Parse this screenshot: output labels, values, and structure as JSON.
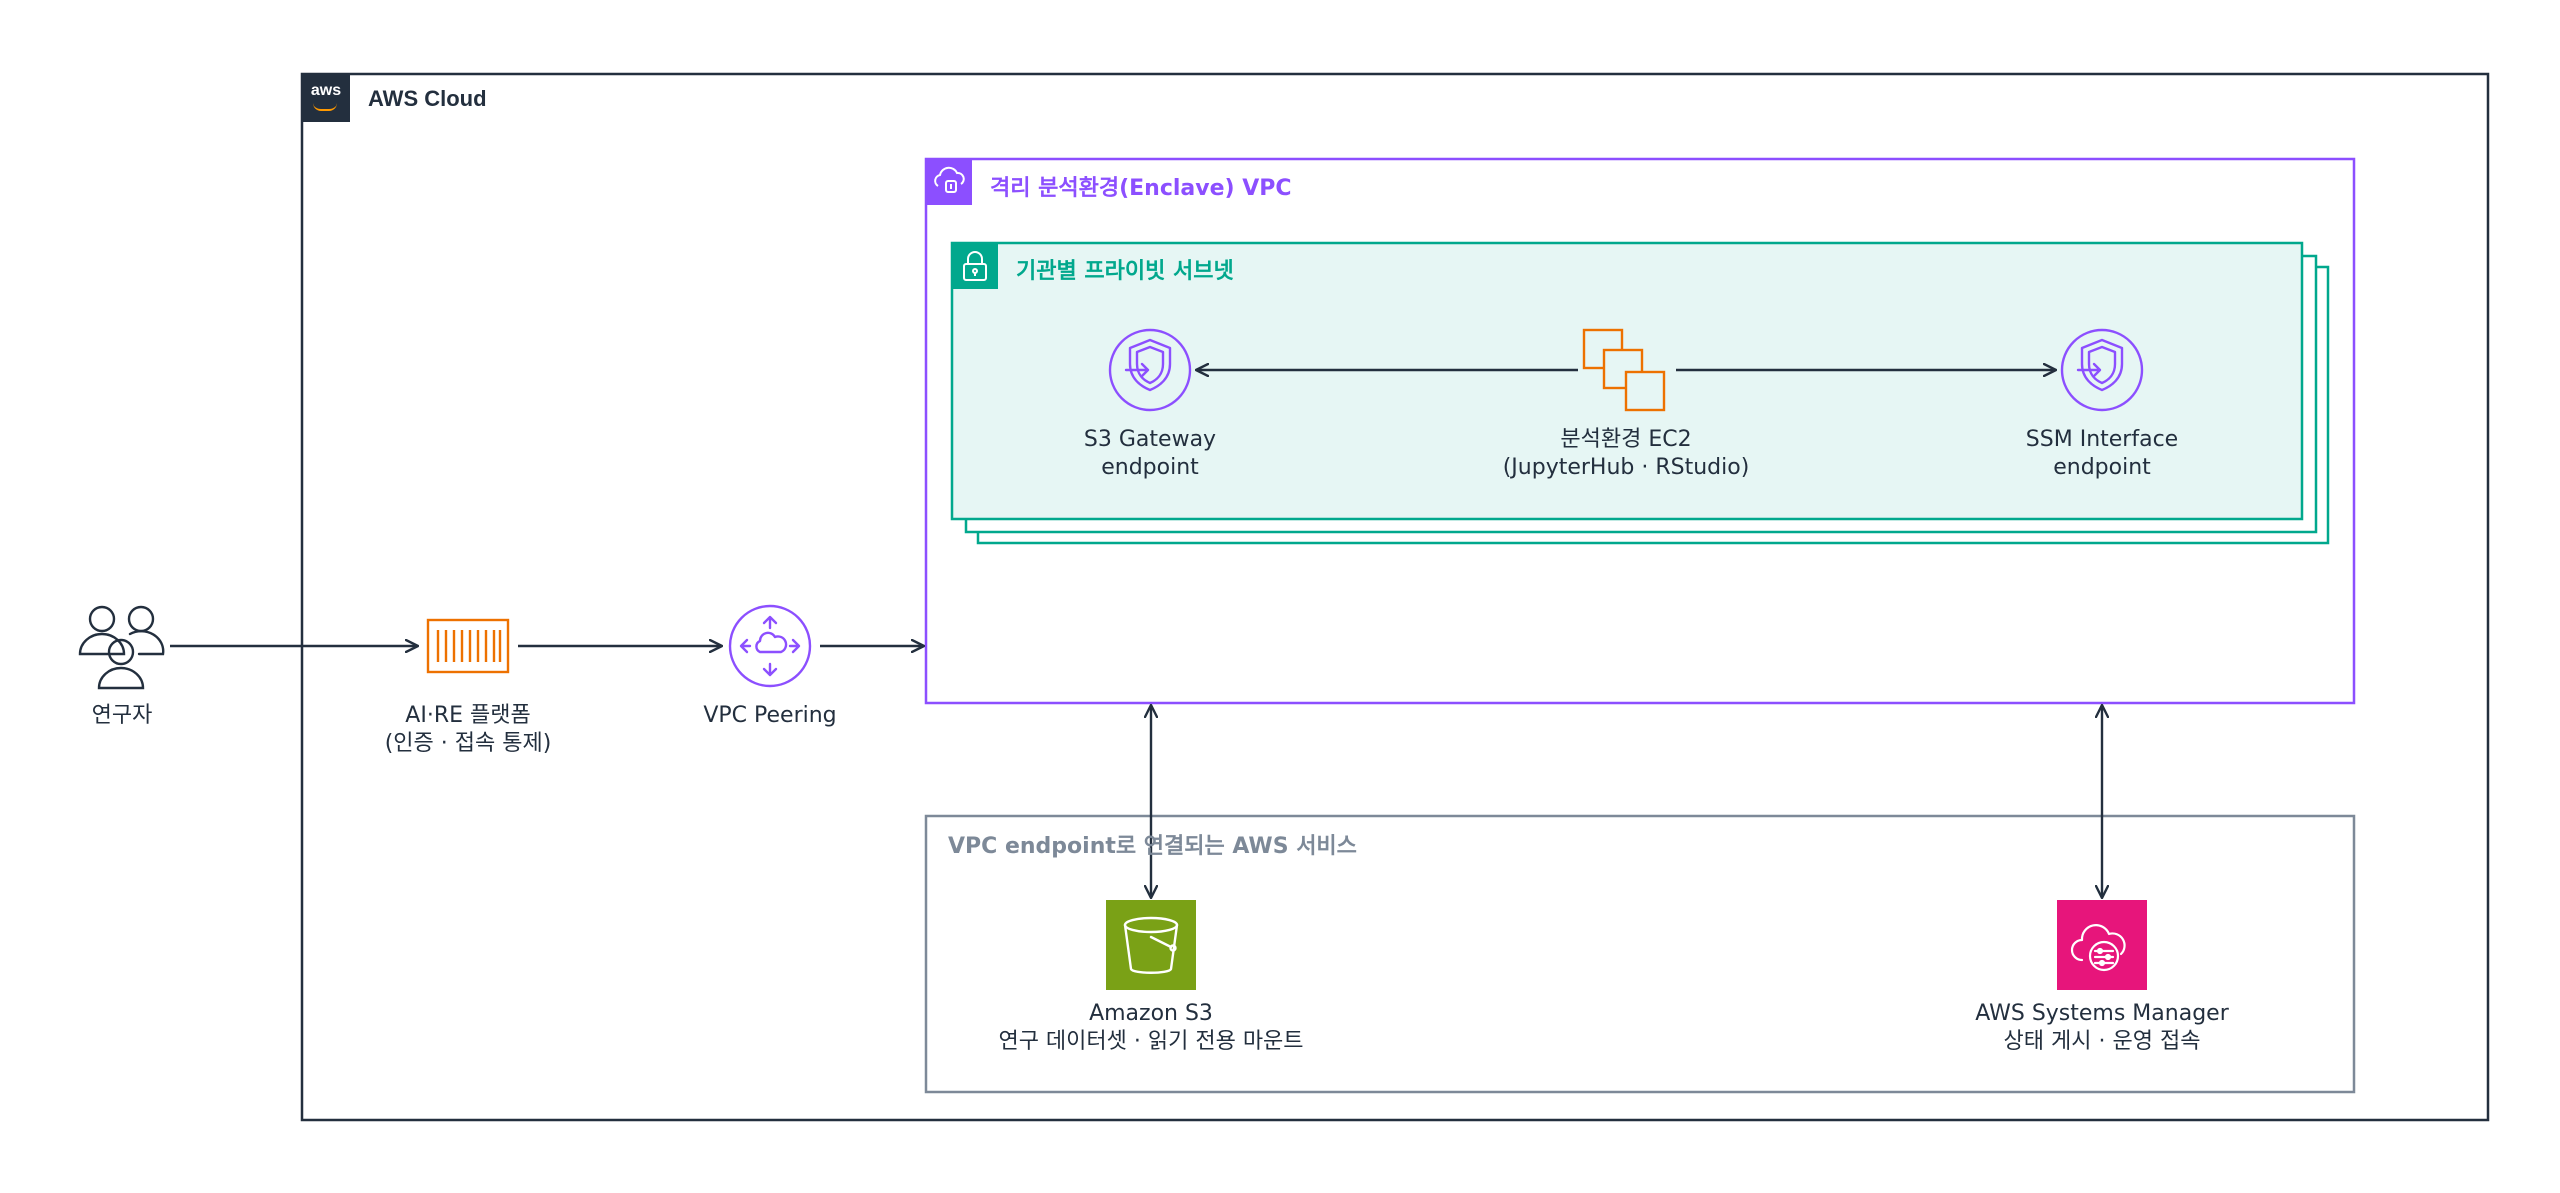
{
  "groups": {
    "aws_cloud": "AWS Cloud",
    "enclave_vpc": "격리 분석환경(Enclave) VPC",
    "private_subnet": "기관별 프라이빗 서브넷",
    "endpoint_services": "VPC endpoint로 연결되는 AWS 서비스"
  },
  "aws_badge": "aws",
  "nodes": {
    "researcher": {
      "line1": "연구자"
    },
    "aire_platform": {
      "line1": "AI·RE 플랫폼",
      "line2": "(인증 · 접속 통제)"
    },
    "vpc_peering": {
      "line1": "VPC Peering"
    },
    "s3_gateway": {
      "line1": "S3 Gateway",
      "line2": "endpoint"
    },
    "ec2": {
      "line1": "분석환경 EC2",
      "line2": "(JupyterHub · RStudio)"
    },
    "ssm_interface": {
      "line1": "SSM Interface",
      "line2": "endpoint"
    },
    "amazon_s3": {
      "line1": "Amazon S3",
      "line2": "연구 데이터셋 · 읽기 전용 마운트"
    },
    "systems_manager": {
      "line1": "AWS Systems Manager",
      "line2": "상태 게시 · 운영 접속"
    }
  },
  "colors": {
    "aws_cloud_border": "#232f3e",
    "vpc_border": "#8c4fff",
    "subnet_border": "#01a88d",
    "subnet_fill": "#e6f6f4",
    "service_group_border": "#7d8998",
    "ec2_orange": "#ed7100",
    "s3_green": "#7aa116",
    "ssm_pink": "#e7157b",
    "arrow": "#232f3e"
  }
}
